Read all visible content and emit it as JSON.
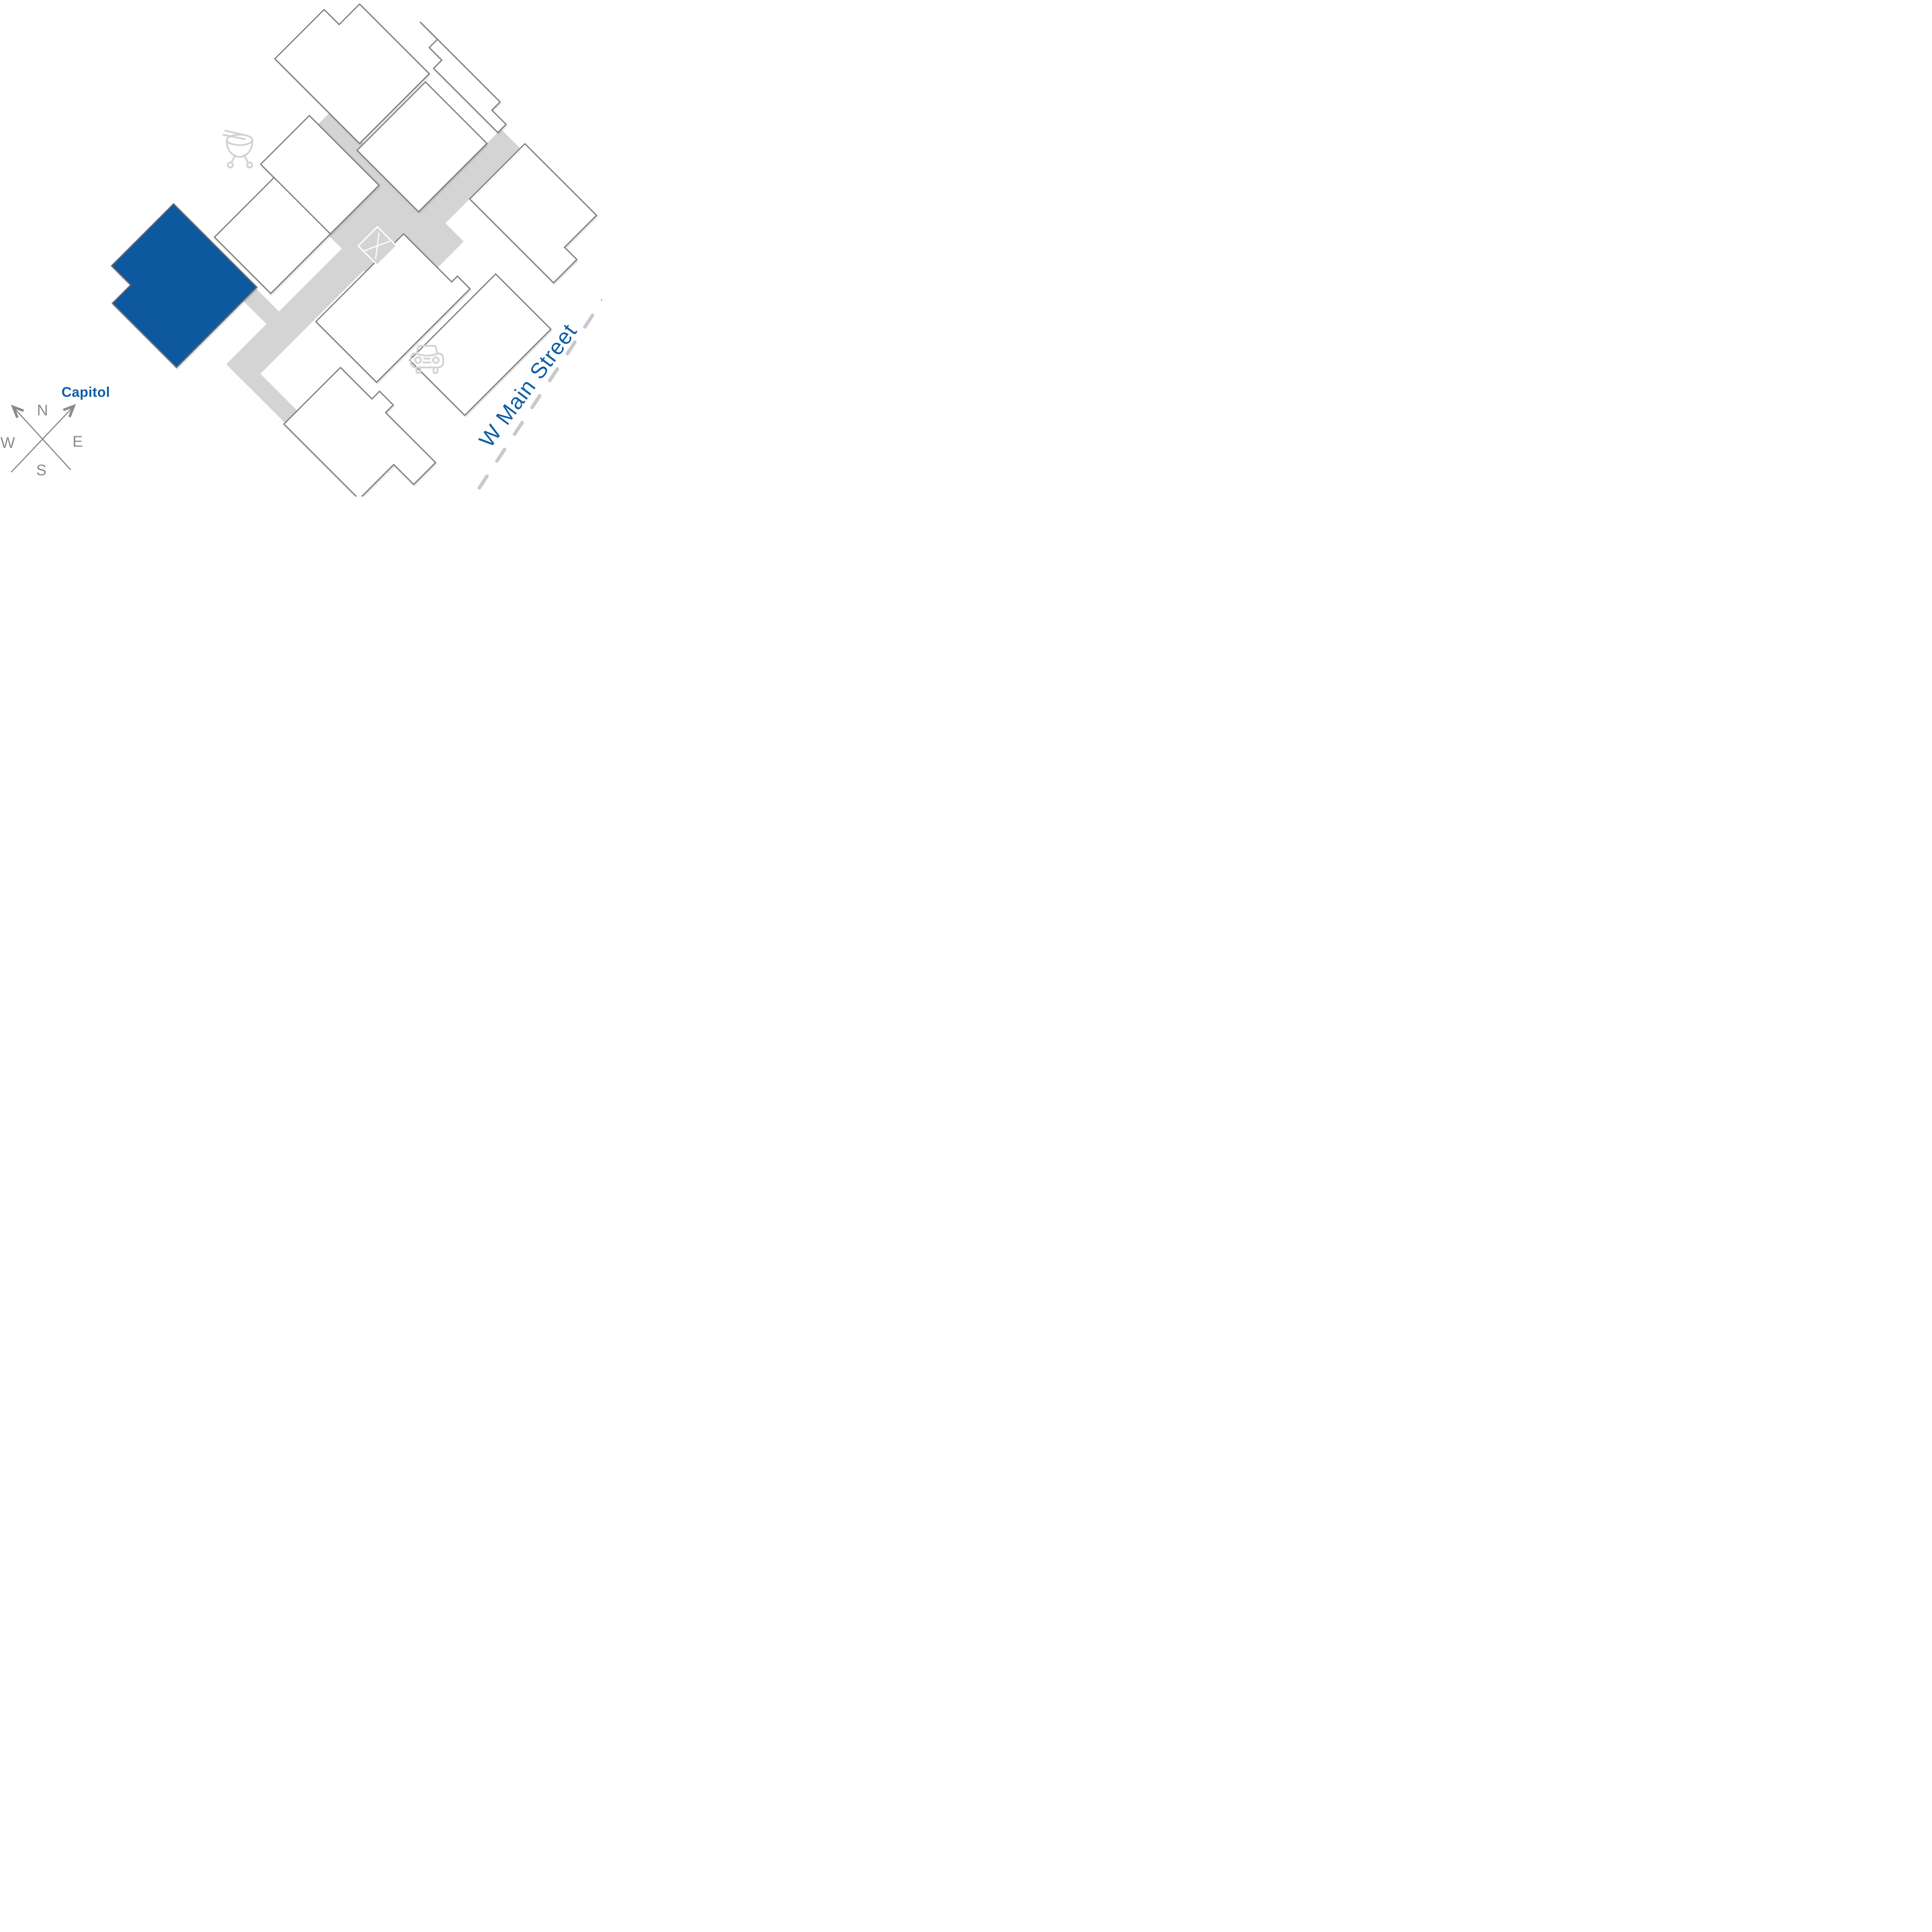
{
  "map": {
    "type": "rotated site plan",
    "rotation_degrees": 45,
    "white_building_count": 9,
    "highlighted_building_count": 1
  },
  "labels": {
    "capitol": "Capitol",
    "street": "W Main Street"
  },
  "compass": {
    "n": "N",
    "e": "E",
    "s": "S",
    "w": "W"
  },
  "icons": [
    {
      "name": "bbq-grill-icon"
    },
    {
      "name": "car-icon"
    },
    {
      "name": "x-marker-icon"
    },
    {
      "name": "compass-arrows-icon"
    }
  ],
  "colors": {
    "highlight": "#0d599e",
    "label_blue": "#0e5fa6",
    "walkway": "#d4d4d4",
    "outline": "#7b7b7b",
    "icon_gray": "#d2d2d2",
    "compass_gray": "#8a8a8a",
    "street_dash": "#c9c9cb",
    "background": "#ffffff"
  }
}
